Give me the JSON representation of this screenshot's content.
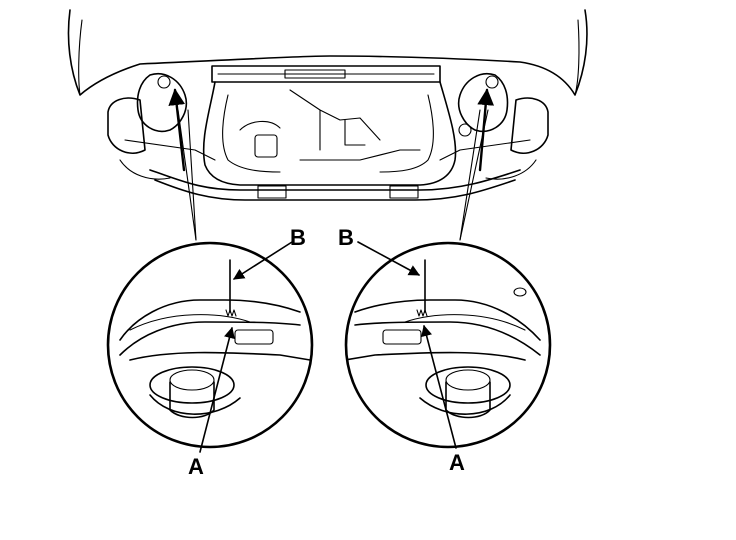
{
  "labels": {
    "left_b": "B",
    "right_b": "B",
    "left_a": "A",
    "right_a": "A"
  },
  "colors": {
    "line": "#000000",
    "background": "#ffffff"
  }
}
